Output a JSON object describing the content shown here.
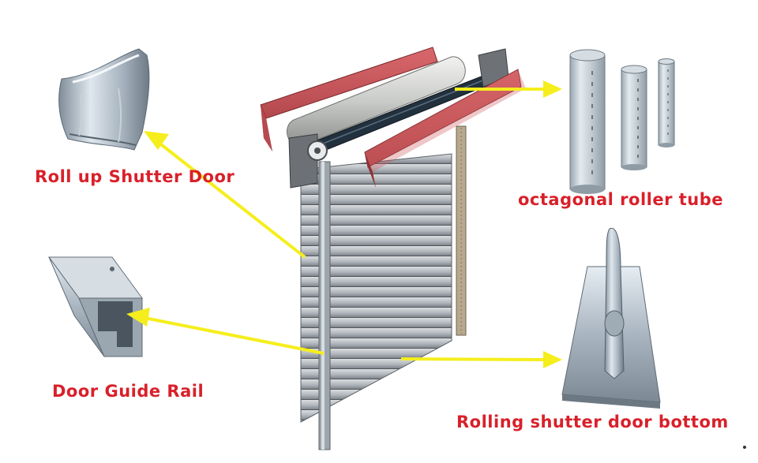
{
  "labels": {
    "roll_up": "Roll up Shutter Door",
    "guide_rail": "Door Guide Rail",
    "roller_tube": "octagonal roller tube",
    "bottom": "Rolling shutter door bottom"
  },
  "colors": {
    "label": "#d9202a",
    "arrow": "#f5ee1c",
    "housing": "#c9555a",
    "steel": "#aeb8c2"
  }
}
